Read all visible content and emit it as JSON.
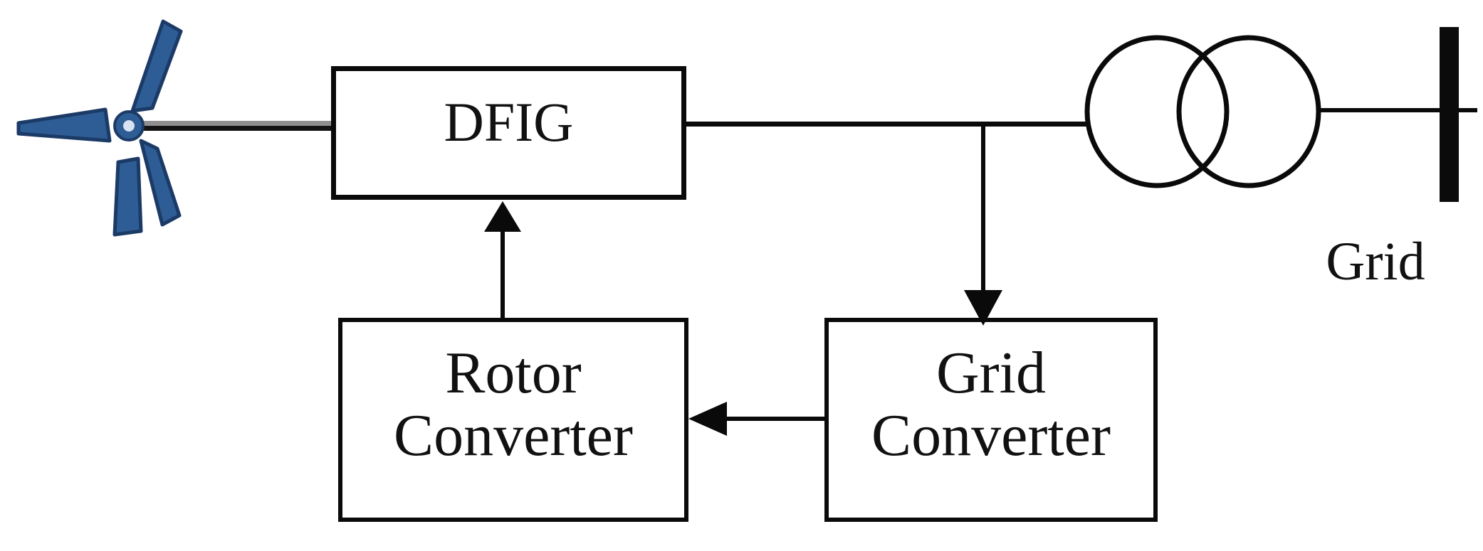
{
  "diagram": {
    "nodes": {
      "dfig": {
        "label": "DFIG"
      },
      "rotor_converter": {
        "line1": "Rotor",
        "line2": "Converter"
      },
      "grid_converter": {
        "line1": "Grid",
        "line2": "Converter"
      },
      "grid_bus": {
        "label": "Grid"
      }
    },
    "icons": {
      "wind_turbine": "wind-turbine-icon",
      "transformer": "transformer-two-circles-icon",
      "bus_bar": "grid-bus-bar"
    },
    "edges": [
      {
        "from": "wind_turbine",
        "to": "dfig",
        "style": "shaft",
        "arrow": "none"
      },
      {
        "from": "dfig",
        "to": "transformer",
        "style": "line",
        "arrow": "none"
      },
      {
        "from": "transformer",
        "to": "grid_bus",
        "style": "line",
        "arrow": "none"
      },
      {
        "from": "dfig_transformer_line",
        "to": "grid_converter",
        "style": "line",
        "arrow": "into-grid-converter"
      },
      {
        "from": "grid_converter",
        "to": "rotor_converter",
        "style": "line",
        "arrow": "into-rotor-converter"
      },
      {
        "from": "rotor_converter",
        "to": "dfig",
        "style": "line",
        "arrow": "into-dfig"
      }
    ],
    "colors": {
      "line": "#0a0a0a",
      "turbine_blade": "#2e5c94",
      "turbine_edge": "#1b3a66",
      "hub_center": "#d7e3f0",
      "shaft_gray": "#8f8f8f",
      "background": "#ffffff"
    }
  }
}
